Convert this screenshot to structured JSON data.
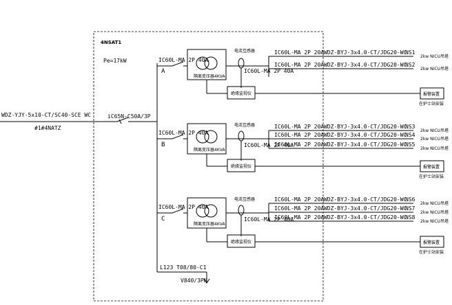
{
  "panel": {
    "name": "4NSAT1",
    "power": "Pe=17kW"
  },
  "incoming": {
    "cable": "WDZ-YJY-5x10-CT/SC40-SCE WC",
    "source": "#1#4NATZ",
    "main_breaker": "iC65N-C50A/3P"
  },
  "groups": [
    {
      "phase": "A",
      "breaker": "IC60L-MA  2P  40A",
      "transformer": "隔离变压器4KVA",
      "ct_label": "电流互感器",
      "monitor": "绝缘监视仪",
      "sub_breaker": "IC60L-MA  2P  40A",
      "alarm": "报警装置",
      "alarm_note": "在护士站安装",
      "circuits": [
        {
          "breaker": "IC60L-MA  2P  20A",
          "cable": "WDZ-BYJ-3x4.0-CT/JDG20-WC",
          "id": "NS1",
          "load": "2kw NICU吊塔"
        },
        {
          "breaker": "IC60L-MA  2P  20A",
          "cable": "WDZ-BYJ-3x4.0-CT/JDG20-WC",
          "id": "NS2",
          "load": "2kw NICU吊塔"
        }
      ]
    },
    {
      "phase": "B",
      "breaker": "IC60L-MA  2P  40A",
      "transformer": "隔离变压器4KVA",
      "ct_label": "电流互感器",
      "monitor": "绝缘监视仪",
      "sub_breaker": "IC60L-MA  2P  40A",
      "alarm": "报警装置",
      "alarm_note": "在护士站安装",
      "circuits": [
        {
          "breaker": "IC60L-MA  2P  20A",
          "cable": "WDZ-BYJ-3x4.0-CT/JDG20-WC",
          "id": "NS3",
          "load": "2kw NICU吊塔"
        },
        {
          "breaker": "IC60L-MA  2P  20A",
          "cable": "WDZ-BYJ-3x4.0-CT/JDG20-WC",
          "id": "NS4",
          "load": "2kw NICU吊塔"
        },
        {
          "breaker": "IC60L-MA  2P  20A",
          "cable": "WDZ-BYJ-3x4.0-CT/JDG20-WC",
          "id": "NS5",
          "load": "2kw NICU吊塔"
        }
      ]
    },
    {
      "phase": "C",
      "breaker": "IC60L-MA  2P  40A",
      "transformer": "隔离变压器4KVA",
      "ct_label": "电流互感器",
      "monitor": "绝缘监视仪",
      "sub_breaker": "IC60L-MA  2P  40A",
      "alarm": "报警装置",
      "alarm_note": "在护士站安装",
      "circuits": [
        {
          "breaker": "IC60L-MA  2P  20A",
          "cable": "WDZ-BYJ-3x4.0-CT/JDG20-WC",
          "id": "NS6",
          "load": "2kw NICU吊塔"
        },
        {
          "breaker": "IC60L-MA  2P  20A",
          "cable": "WDZ-BYJ-3x4.0-CT/JDG20-WC",
          "id": "NS7",
          "load": "2kw NICU吊塔"
        },
        {
          "breaker": "IC60L-MA  2P  20A",
          "cable": "WDZ-BYJ-3x4.0-CT/JDG20-WC",
          "id": "NS8",
          "load": "2kw NICU吊塔"
        }
      ]
    }
  ],
  "spd": {
    "label": "L123  T08/80-C1",
    "model": "V840/3PN"
  }
}
